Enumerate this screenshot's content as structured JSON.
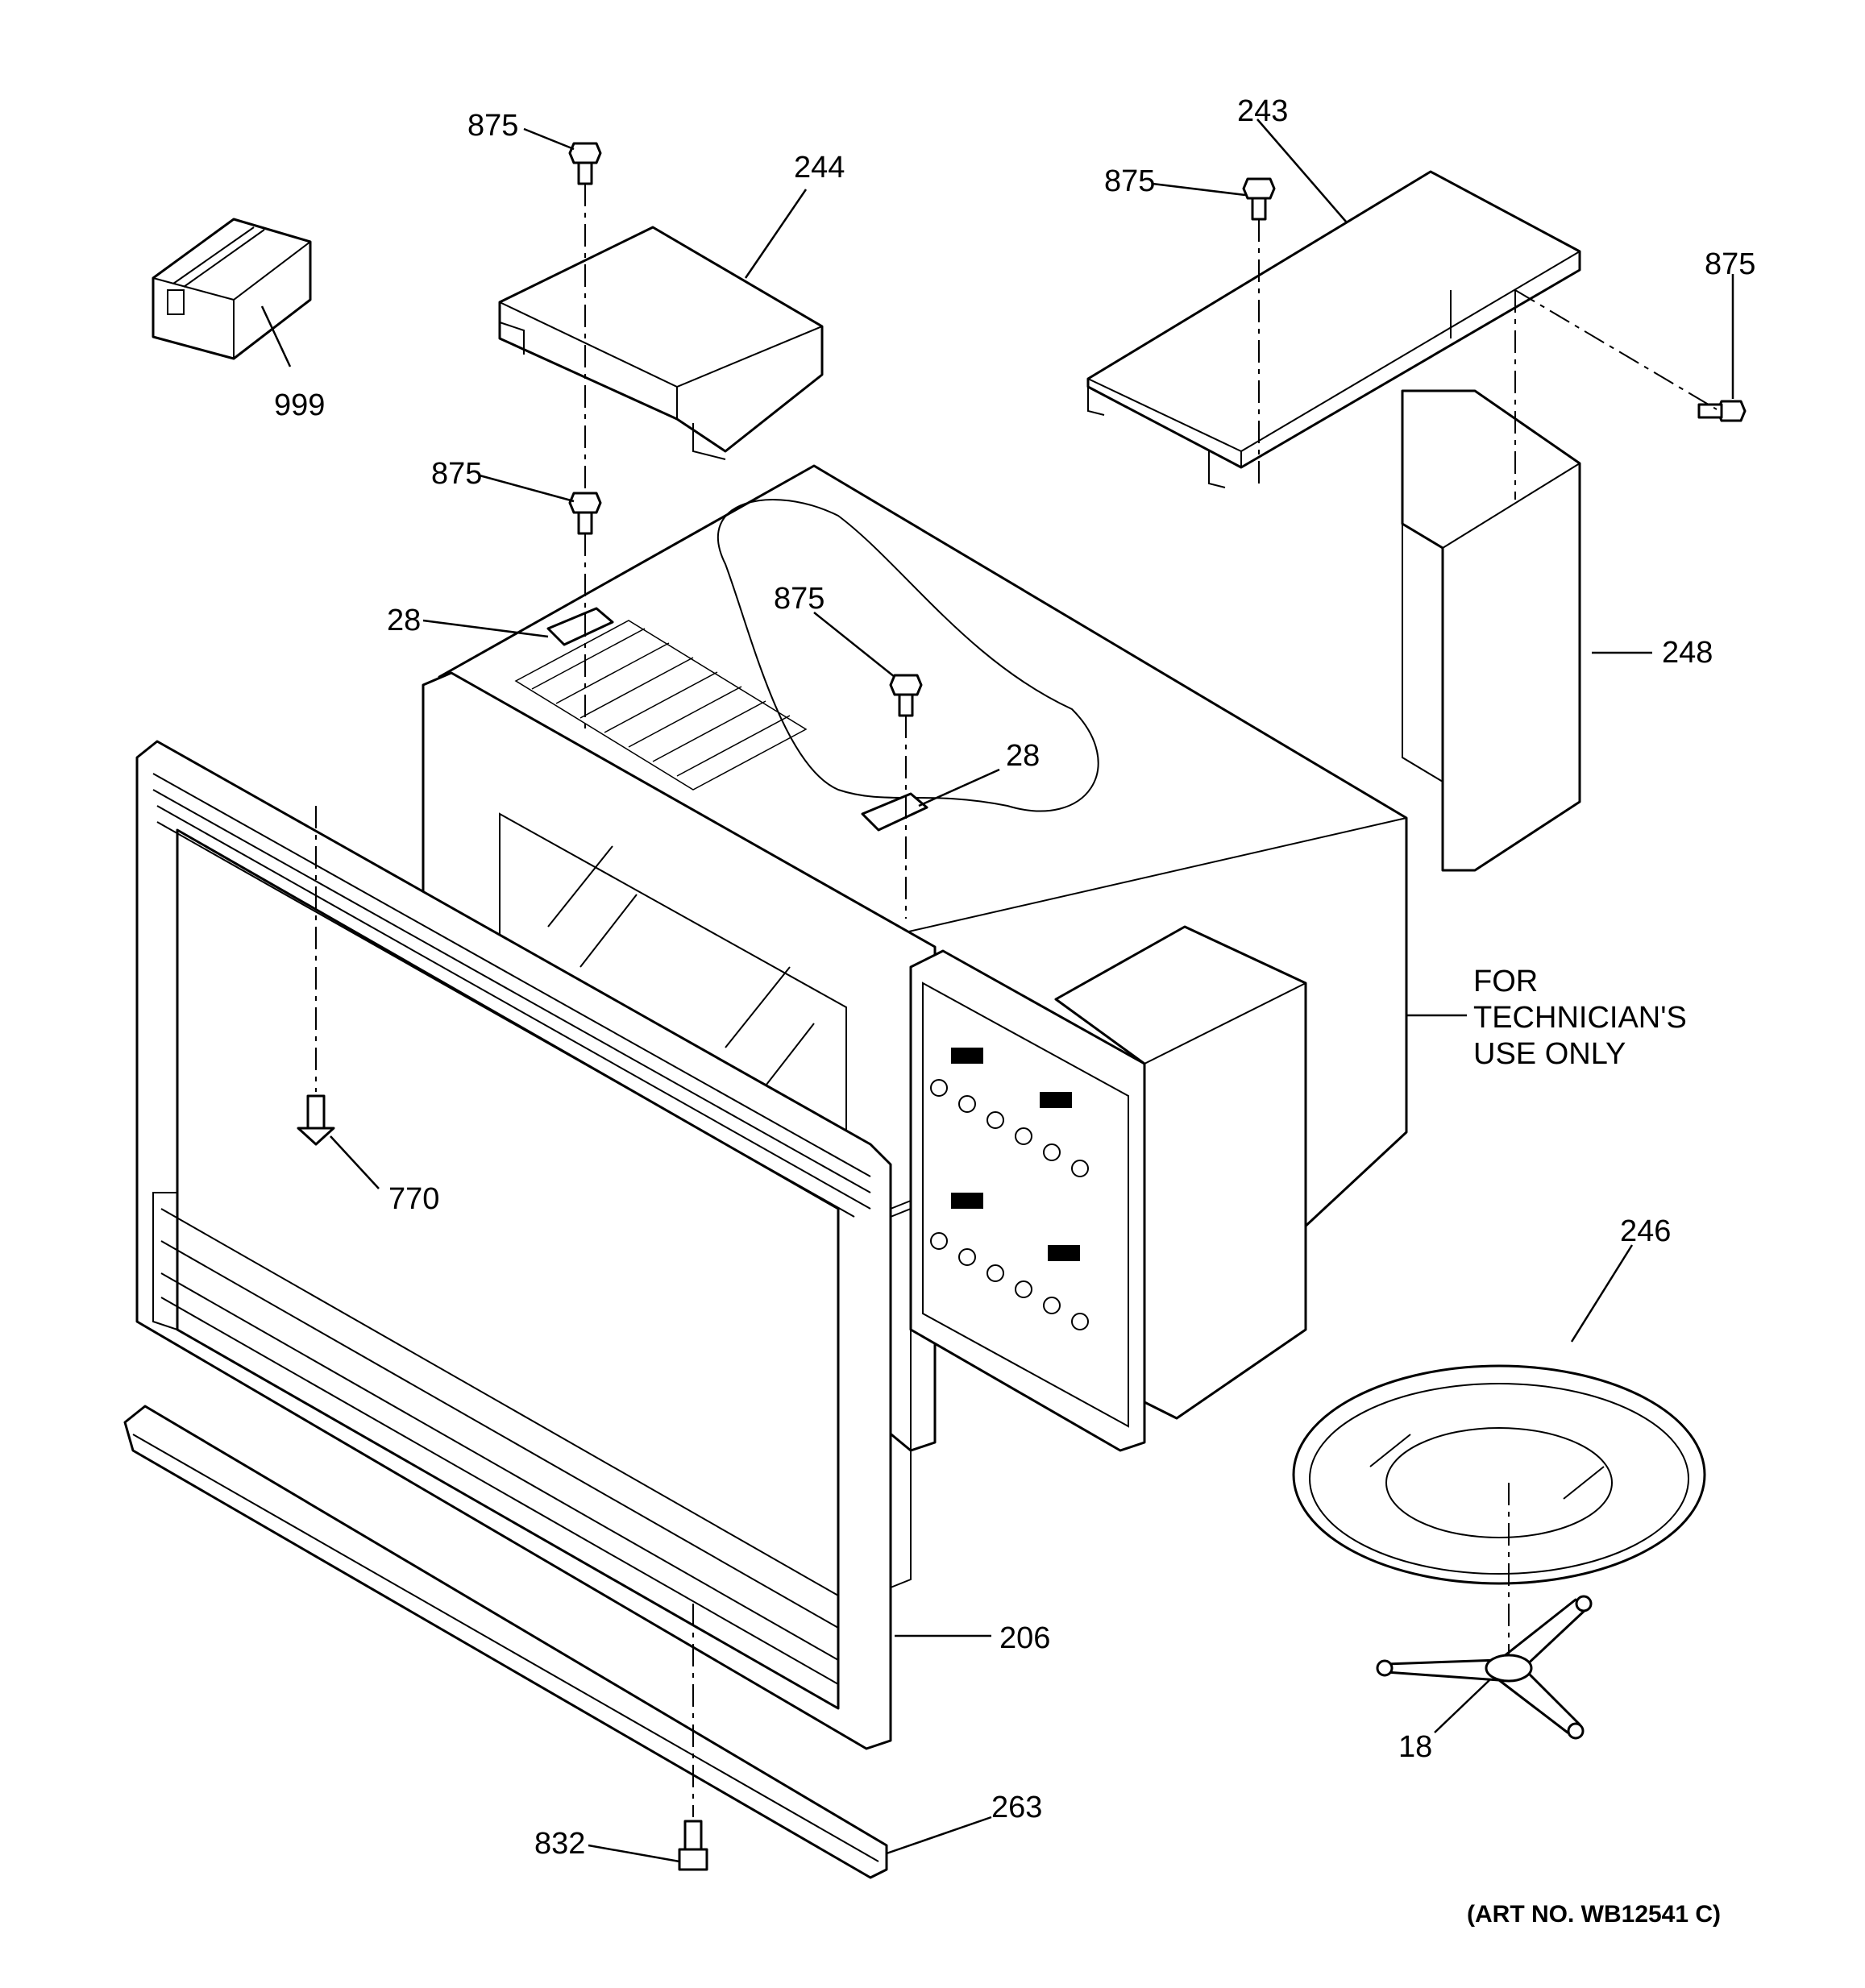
{
  "labels": {
    "p875_a": "875",
    "p244": "244",
    "p999": "999",
    "p875_b": "875",
    "p28_a": "28",
    "p243": "243",
    "p875_c": "875",
    "p875_d": "875",
    "p875_e": "875",
    "p28_b": "28",
    "p248": "248",
    "p770": "770",
    "p246": "246",
    "p206": "206",
    "p18": "18",
    "p263": "263",
    "p832": "832"
  },
  "note": [
    "FOR",
    "TECHNICIAN'S",
    "USE ONLY"
  ],
  "art_no": "(ART NO. WB12541 C)"
}
